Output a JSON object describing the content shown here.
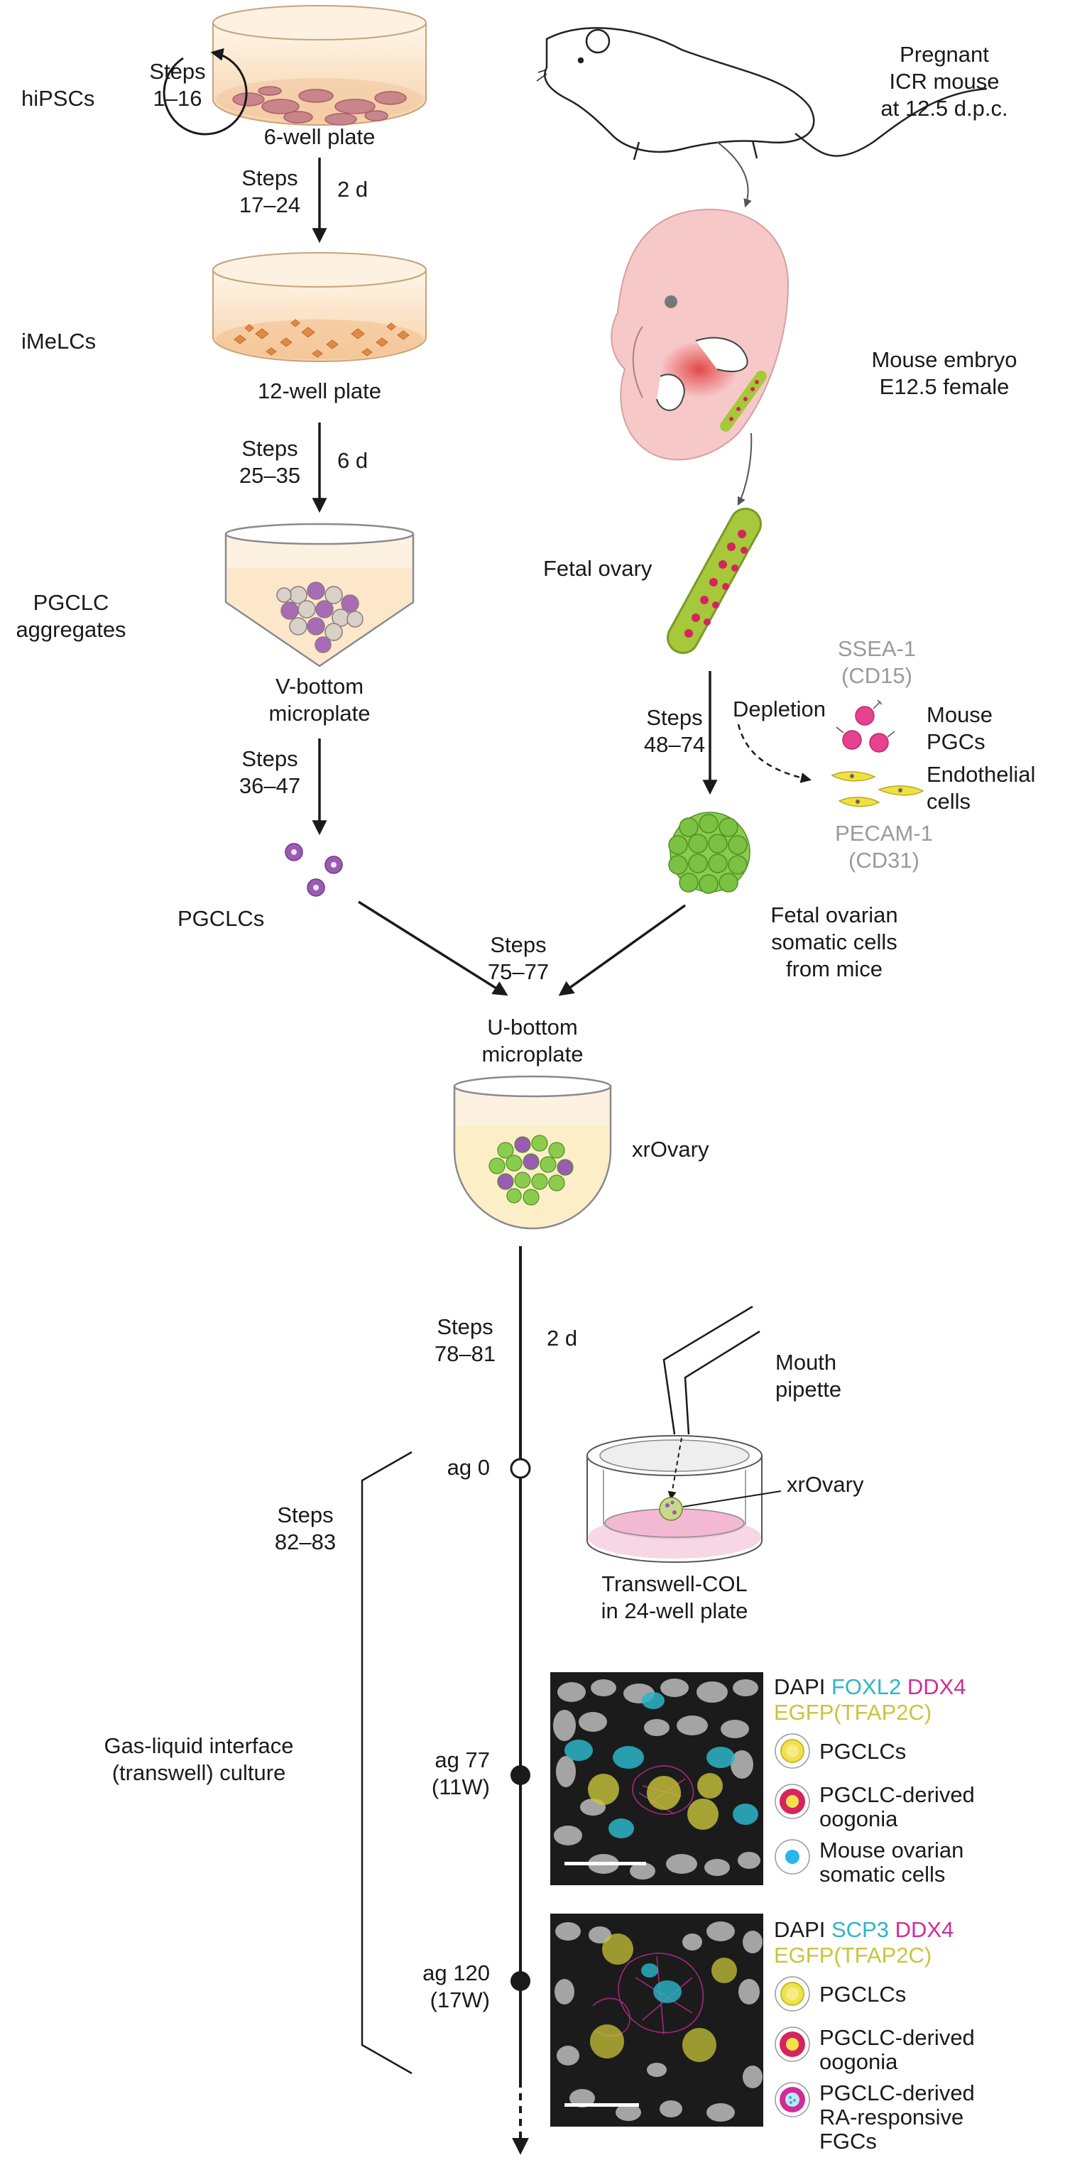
{
  "colors": {
    "plate_fill": "#fbe6cf",
    "plate_rim": "#f3c89a",
    "cell_pink": "#c9858c",
    "cell_orange": "#e08a45",
    "mouse_body": "#ffffff",
    "embryo_pink": "#f7c8c8",
    "ovary_green": "#a6c83a",
    "ovary_dot": "#d6245c",
    "pgclc_purple": "#9a5bb3",
    "somatic_green": "#7bc142",
    "media_yellow": "#fbeec0",
    "transwell_pink": "#f6cfe0",
    "foxl2_cyan": "#2bb5c8",
    "ddx4_magenta": "#d02c9a",
    "egfp_yellow": "#c9c43a",
    "scp3_cyan": "#2bb5c8",
    "grey_text": "#9a9a9a"
  },
  "left_column": {
    "hipscs": "hiPSCs",
    "steps_1_16": "Steps\n1–16",
    "six_well": "6-well plate",
    "steps_17_24": "Steps\n17–24",
    "dur_2d_a": "2 d",
    "imelcs": "iMeLCs",
    "twelve_well": "12-well plate",
    "steps_25_35": "Steps\n25–35",
    "dur_6d": "6 d",
    "pgclc_aggregates": "PGCLC\naggregates",
    "v_bottom": "V-bottom\nmicroplate",
    "steps_36_47": "Steps\n36–47",
    "pgclcs": "PGCLCs"
  },
  "right_column": {
    "pregnant_mouse": "Pregnant\nICR mouse\nat 12.5 d.p.c.",
    "mouse_embryo": "Mouse embryo\nE12.5 female",
    "fetal_ovary": "Fetal ovary",
    "steps_48_74": "Steps\n48–74",
    "depletion": "Depletion",
    "ssea1": "SSEA-1\n(CD15)",
    "mouse_pgcs": "Mouse\nPGCs",
    "endothelial": "Endothelial\ncells",
    "pecam1": "PECAM-1\n(CD31)",
    "fetal_somatic": "Fetal ovarian\nsomatic cells\nfrom mice"
  },
  "merge": {
    "steps_75_77": "Steps\n75–77",
    "u_bottom": "U-bottom\nmicroplate",
    "xrovary": "xrOvary"
  },
  "culture": {
    "steps_78_81": "Steps\n78–81",
    "dur_2d_b": "2 d",
    "mouth_pipette": "Mouth\npipette",
    "ag0": "ag 0",
    "xrovary2": "xrOvary",
    "steps_82_83": "Steps\n82–83",
    "transwell": "Transwell-COL\nin 24-well plate",
    "gas_liquid": "Gas-liquid interface\n(transwell) culture",
    "ag77": "ag 77\n(11W)",
    "ag120": "ag 120\n(17W)"
  },
  "legend_top": {
    "dapi": "DAPI",
    "foxl2": "FOXL2",
    "ddx4": "DDX4",
    "egfp": "EGFP(TFAP2C)",
    "item1": "PGCLCs",
    "item2": "PGCLC-derived\noogonia",
    "item3": "Mouse ovarian\nsomatic cells"
  },
  "legend_bottom": {
    "dapi": "DAPI",
    "scp3": "SCP3",
    "ddx4": "DDX4",
    "egfp": "EGFP(TFAP2C)",
    "item1": "PGCLCs",
    "item2": "PGCLC-derived\noogonia",
    "item3": "PGCLC-derived\nRA-responsive\nFGCs"
  }
}
